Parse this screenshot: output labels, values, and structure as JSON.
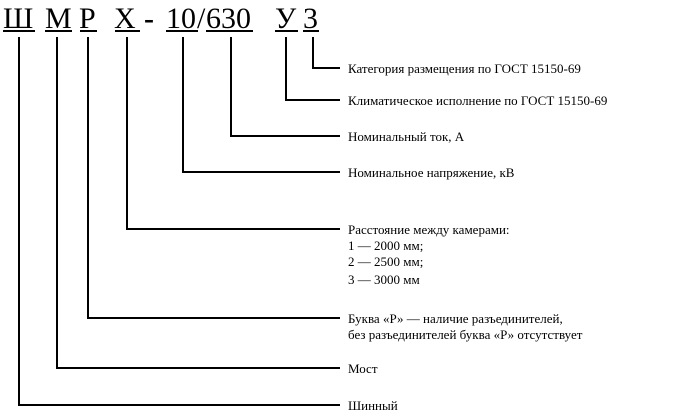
{
  "designation": {
    "parts": [
      "Ш",
      "М",
      "Р",
      "Х",
      "-",
      "10",
      "/",
      "630",
      "У",
      "3"
    ]
  },
  "legend": [
    {
      "part": "3",
      "lines": [
        "Категория размещения по ГОСТ 15150-69"
      ]
    },
    {
      "part": "У",
      "lines": [
        "Климатическое исполнение по ГОСТ 15150-69"
      ]
    },
    {
      "part": "630",
      "lines": [
        "Номинальный ток, А"
      ]
    },
    {
      "part": "10",
      "lines": [
        "Номинальное напряжение, кВ"
      ]
    },
    {
      "part": "Х",
      "lines": [
        "Расстояние между камерами:",
        "1 — 2000 мм;",
        "2 — 2500 мм;",
        "3 — 3000 мм"
      ]
    },
    {
      "part": "Р",
      "lines": [
        "Буква «Р» — наличие разъединителей,",
        "без разъединителей буква «Р» отсутствует"
      ]
    },
    {
      "part": "М",
      "lines": [
        "Мост"
      ]
    },
    {
      "part": "Ш",
      "lines": [
        "Шинный"
      ]
    }
  ]
}
